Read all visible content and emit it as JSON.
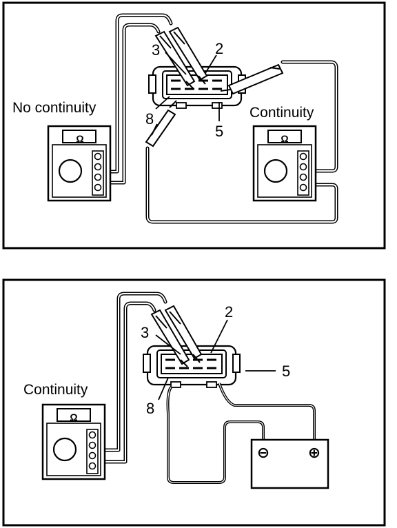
{
  "panels": [
    {
      "id": "test-1",
      "meter_left": {
        "label": "No continuity",
        "symbol": "Ω"
      },
      "meter_right": {
        "label": "Continuity",
        "symbol": "Ω"
      },
      "pins": {
        "p2": "2",
        "p3": "3",
        "p5": "5",
        "p8": "8"
      }
    },
    {
      "id": "test-2",
      "meter_left": {
        "label": "Continuity",
        "symbol": "Ω"
      },
      "pins": {
        "p2": "2",
        "p3": "3",
        "p5": "5",
        "p8": "8"
      },
      "battery": {
        "neg": "⊖",
        "pos": "⊕"
      }
    }
  ],
  "colors": {
    "line": "#000000",
    "background": "#ffffff"
  }
}
